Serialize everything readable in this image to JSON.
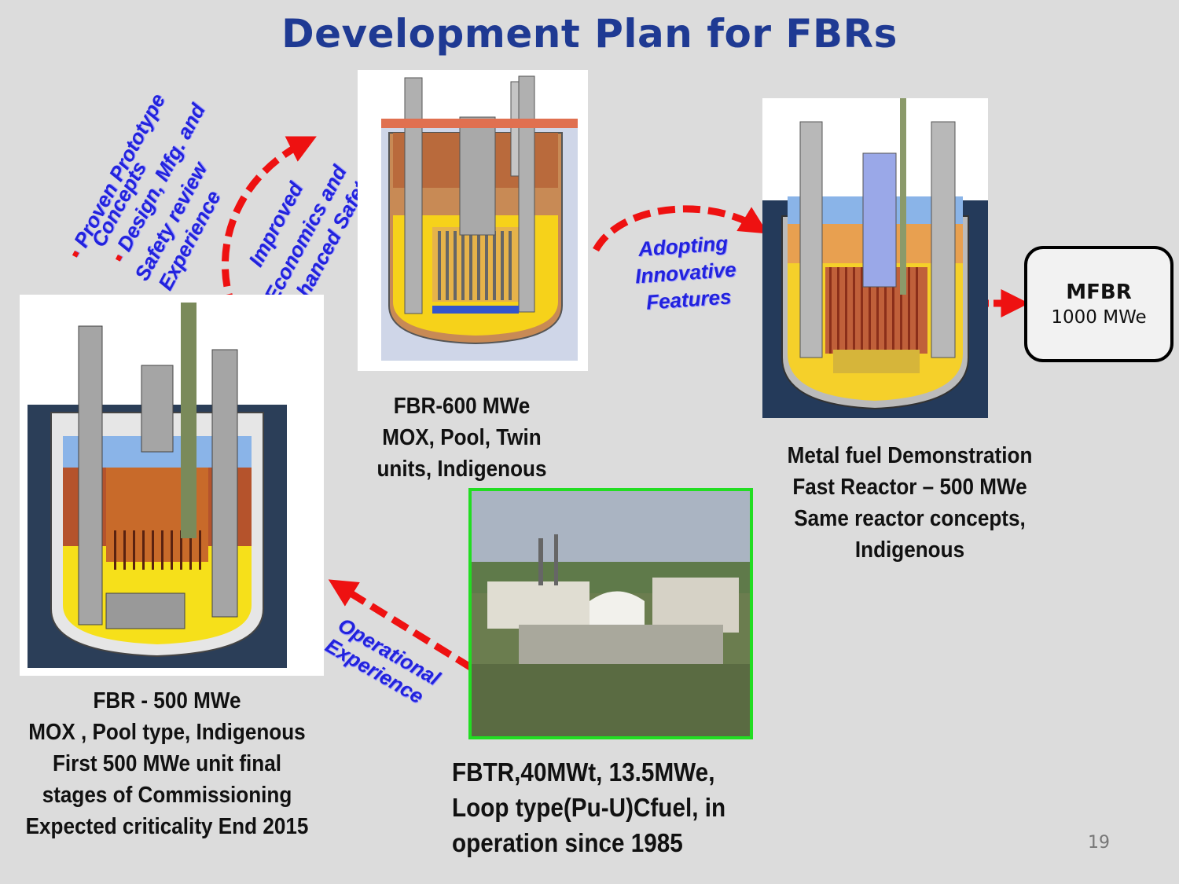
{
  "title": "Development  Plan for FBRs",
  "annotations": {
    "prototype_1_line1": "Proven Prototype",
    "prototype_1_line2": "Concepts",
    "prototype_2_line1": "Design, Mfg. and",
    "prototype_2_line2": "Safety review",
    "prototype_2_line3": "Experience",
    "improved_line1": "Improved",
    "improved_line2": "Economics and",
    "improved_line3": "Enhanced Safety",
    "adopting_line1": "Adopting",
    "adopting_line2": "Innovative",
    "adopting_line3": "Features",
    "operational_line1": "Operational",
    "operational_line2": "Experience"
  },
  "fbr600": {
    "lines": [
      "FBR-600  MWe",
      "MOX, Pool, Twin",
      "units, Indigenous"
    ]
  },
  "mfdfr": {
    "lines": [
      "Metal fuel  Demonstration",
      "Fast Reactor – 500 MWe",
      "Same reactor concepts,",
      "Indigenous"
    ]
  },
  "fbr500": {
    "lines": [
      "FBR - 500 MWe",
      "MOX , Pool type, Indigenous",
      "First 500 MWe unit  final",
      "stages of Commissioning",
      "Expected criticality  End 2015"
    ]
  },
  "fbtr": {
    "lines": [
      "FBTR,40MWt, 13.5MWe,",
      "Loop  type(Pu-U)Cfuel, in",
      "operation since 1985"
    ]
  },
  "mfbr": {
    "name": "MFBR",
    "power": "1000 MWe"
  },
  "page_number": "19",
  "colors": {
    "title": "#1f3a93",
    "annotation_blue": "#2222dd",
    "arrow_red": "#ee1111",
    "photo_border": "#22dd22"
  }
}
